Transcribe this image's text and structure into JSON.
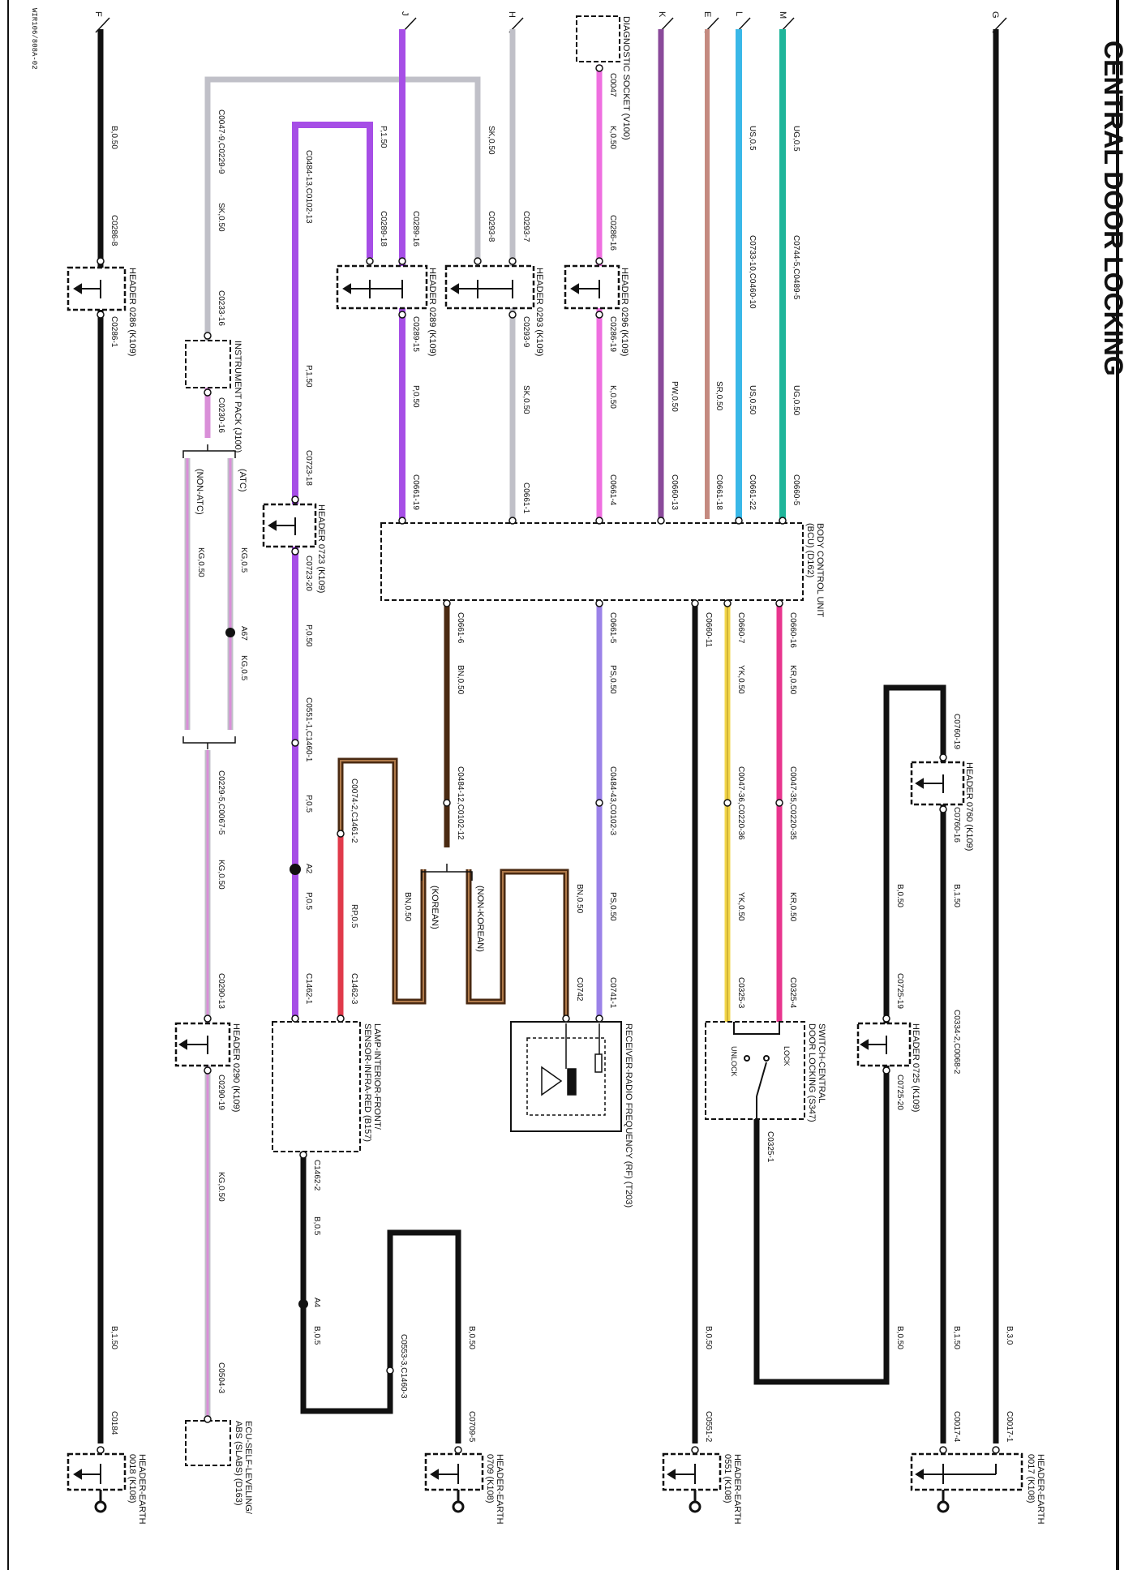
{
  "title": "CENTRAL DOOR LOCKING",
  "figure_code": "WIR106/808A-02",
  "connector_letters": {
    "F": "F",
    "J": "J",
    "H": "H",
    "K": "K",
    "E": "E",
    "L": "L",
    "M": "M",
    "G": "G"
  },
  "colors": {
    "black": "#111111",
    "violet": "#a64ee6",
    "grey": "#c0c0c8",
    "pink": "#ef6fe0",
    "purple_brown": "#8a4a9a",
    "tan": "#c48a80",
    "blue": "#3ab8e8",
    "green": "#1fb59a",
    "brown": "#4a2a12",
    "red": "#e03a4a",
    "yellow": "#f2d64a",
    "magenta": "#e8358e",
    "lilac": "#9b82e8",
    "kg": "#d98fd8"
  },
  "components": {
    "header_0286_k109": "HEADER 0286 (K109)",
    "header_0289_k109": "HEADER 0289 (K109)",
    "header_0293_k109": "HEADER 0293 (K109)",
    "header_0296_k109": "HEADER 0296 (K109)",
    "instrument_pack": "INSTRUMENT PACK (J100)",
    "header_0723_k109": "HEADER 0723 (K109)",
    "bcu_line1": "BODY CONTROL UNIT",
    "bcu_line2": "(BCU) (D162)",
    "diagnostic_socket": "DIAGNOSTIC SOCKET (V100)",
    "header_0760_k109": "HEADER 0760 (K109)",
    "header_0725_k109": "HEADER 0725 (K109)",
    "switch_line1": "SWITCH-CENTRAL",
    "switch_line2": "DOOR LOCKING (S347)",
    "receiver": "RECEIVER-RADIO FREQUENCY (RF) (T203)",
    "lamp_line1": "LAMP-INTERIOR-FRONT/",
    "lamp_line2": "SENSOR-INFRA-RED (B157)",
    "header_0290_k109": "HEADER 0290 (K109)",
    "ecu_line1": "ECU-SELF-LEVELING/",
    "ecu_line2": "ABS (SLABS) (D163)",
    "earth_0018_line1": "HEADER-EARTH",
    "earth_0018_line2": "0018 (K108)",
    "earth_0709_line1": "HEADER-EARTH",
    "earth_0709_line2": "0709 (K108)",
    "earth_0551_line1": "HEADER-EARTH",
    "earth_0551_line2": "0551 (K108)",
    "earth_0017_line1": "HEADER-EARTH",
    "earth_0017_line2": "0017 (K108)"
  },
  "options": {
    "atc": "(ATC)",
    "non_atc": "(NON-ATC)",
    "korean": "(KOREAN)",
    "non_korean": "(NON-KOREAN)",
    "lock": "LOCK",
    "unlock": "UNLOCK"
  },
  "labels": {
    "f_b050": "B,0.50",
    "f_c0286_8": "C0286-8",
    "f_c0286_1": "C0286-1",
    "f_b150": "B,1.50",
    "f_c0184": "C0184",
    "gy_c0047_9": "C0047-9,C0229-9",
    "gy_sk050": "SK,0.50",
    "gy_c0233_16": "C0233-16",
    "gy_c0230_16": "C0230-16",
    "atc_kg05": "KG,0.5",
    "a67": "A67",
    "atc_kg05b": "KG,0.5",
    "nonatc_kg050": "KG,0.50",
    "kg_c0229_5": "C0229-5,C0067-5",
    "kg_050a": "KG,0.50",
    "kg_c0290_13": "C0290-13",
    "kg_c0290_19": "C0290-19",
    "kg_050b": "KG,0.50",
    "kg_c0504_3": "C0504-3",
    "vl_c0484_13": "C0484-13,C0102-13",
    "vl_p150": "P,1.50",
    "vl_c0723_18": "C0723-18",
    "vl_c0723_20": "C0723-20",
    "vl_p050": "P,0.50",
    "vl_c0551": "C0551-1,C1460-1",
    "vl_p05": "P,0.5",
    "a2": "A2",
    "vl_p05b": "P,0.5",
    "vl_c1462_1": "C1462-1",
    "j_p150": "P,1.50",
    "j_c0289_16": "C0289-16",
    "j_c0289_18": "C0289-18",
    "j_c0289_15": "C0289-15",
    "j_p050": "P,0.50",
    "j_c0661_19": "C0661-19",
    "h_sk050": "SK,0.50",
    "h_c0293_7": "C0293-7",
    "h_c0293_8": "C0293-8",
    "h_c0293_9": "C0293-9",
    "h_sk050b": "SK,0.50",
    "h_c0661_1": "C0661-1",
    "pk_k050": "K,0.50",
    "pk_c0047": "C0047",
    "pk_c0286_16": "C0286-16",
    "pk_c0286_19": "C0286-19",
    "pk_k050b": "K,0.50",
    "pk_c0661_4": "C0661-4",
    "k_pw050": "PW,0.50",
    "k_c0660_13": "C0660-13",
    "e_sr050": "SR,0.50",
    "e_c0661_18": "C0661-18",
    "l_us05": "US,0.5",
    "l_c0733": "C0733-10,C0460-10",
    "l_us050": "US,0.50",
    "l_c0661_22": "C0661-22",
    "m_ug05": "UG,0.5",
    "m_c0744": "C0744-5,C0489-5",
    "m_ug050": "UG,0.50",
    "m_c0660_5": "C0660-5",
    "rd_c0074": "C0074-2,C1461-2",
    "rd_rp05": "RP,0.5",
    "rd_c1462_3": "C1462-3",
    "bn_c0661_6": "C0661-6",
    "bn_050": "BN,0.50",
    "bn_c0484_12": "C0484-12,C0102-12",
    "bn_k_050": "BN,0.50",
    "bn_nk_050": "BN,0.50",
    "bn_c0074_2": "C0742",
    "lc_c0661_5": "C0661-5",
    "lc_ps050": "PS,0.50",
    "lc_c0484_43": "C0484-43,C0102-3",
    "lc_ps050b": "PS,0.50",
    "lc_c0741": "C0741-1",
    "blk_c0660_11": "C0660-11",
    "blk_b050": "B,0.50",
    "blk_c0551_2": "C0551-2",
    "yl_c0660_7": "C0660-7",
    "yl_yk050": "YK,0.50",
    "yl_c0047": "C0047-36,C0220-36",
    "yl_yk050b": "YK,0.50",
    "yl_c0325_3": "C0325-3",
    "mg_c0660_16": "C0660-16",
    "mg_kr050": "KR,0.50",
    "mg_c0047": "C0047-35,C0220-35",
    "mg_kr050b": "KR,0.50",
    "mg_c0325_4": "C0325-4",
    "lp_c1462_2": "C1462-2",
    "lp_b05": "B,0.5",
    "a4": "A4",
    "lp_b05b": "B,0.5",
    "c0553": "C0553-3,C1460-3",
    "e709_b050": "B,0.50",
    "e709_c0709_5": "C0709-5",
    "g_b30": "B,3.0",
    "g_c0017_1": "C0017-1",
    "g_b150": "B,1.50",
    "g_c0017_4": "C0017-4",
    "g_c0760_19": "C0760-19",
    "g_c0760_16": "C0760-16",
    "g_c0334": "C0334-2,C0068-2",
    "g_c0725_19": "C0725-19",
    "g_c0725_20": "C0725-20",
    "g_b050": "B,0.50",
    "g_b150b": "B,1.50",
    "sw_c0325_1": "C0325-1"
  }
}
